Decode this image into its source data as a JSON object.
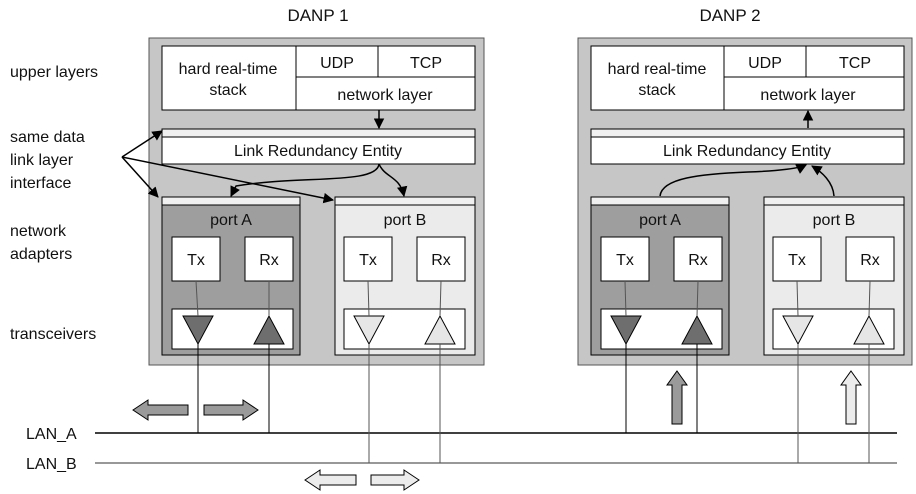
{
  "danp1": {
    "title": "DANP 1",
    "hard_rt": [
      "hard real-time",
      "stack"
    ],
    "udp": "UDP",
    "tcp": "TCP",
    "network_layer": "network layer",
    "lre": "Link Redundancy Entity",
    "port_a": {
      "label": "port A",
      "tx": "Tx",
      "rx": "Rx"
    },
    "port_b": {
      "label": "port B",
      "tx": "Tx",
      "rx": "Rx"
    }
  },
  "danp2": {
    "title": "DANP 2",
    "hard_rt": [
      "hard real-time",
      "stack"
    ],
    "udp": "UDP",
    "tcp": "TCP",
    "network_layer": "network layer",
    "lre": "Link Redundancy Entity",
    "port_a": {
      "label": "port A",
      "tx": "Tx",
      "rx": "Rx"
    },
    "port_b": {
      "label": "port B",
      "tx": "Tx",
      "rx": "Rx"
    }
  },
  "left_labels": {
    "upper_layers": "upper layers",
    "same_data_link": [
      "same data",
      "link layer",
      "interface"
    ],
    "network_adapters": [
      "network",
      "adapters"
    ],
    "transceivers": "transceivers"
  },
  "lans": {
    "lan_a": "LAN_A",
    "lan_b": "LAN_B"
  },
  "colors": {
    "node_bg": "#c6c6c6",
    "port_a_bg": "#9e9e9e",
    "port_b_bg": "#ebebeb",
    "triangle_dark": "#6e6e6e",
    "triangle_light": "#e6e6e6",
    "arrow_a_fill": "#9a9a9a",
    "arrow_b_fill": "#ececec",
    "lan_a_line": "#000000",
    "lan_b_line": "#777777"
  }
}
